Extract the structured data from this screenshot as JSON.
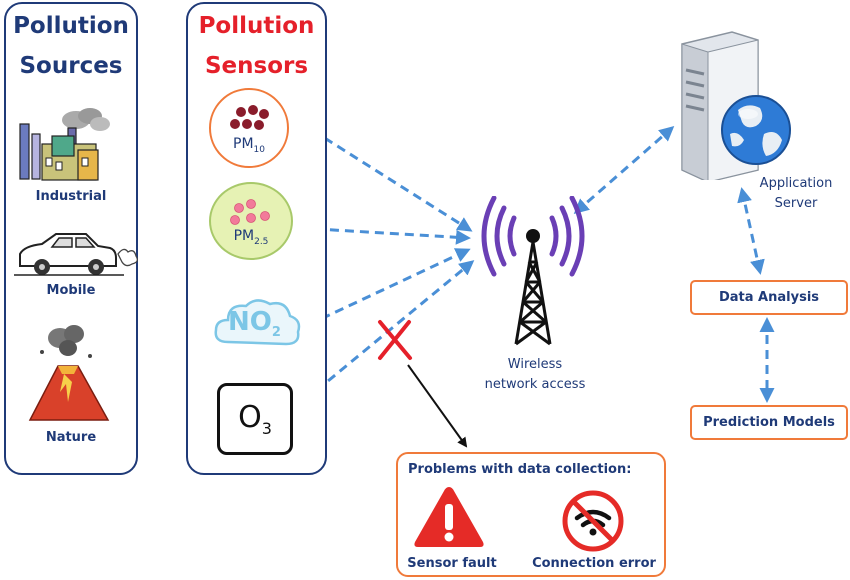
{
  "sources_panel": {
    "title_line1": "Pollution",
    "title_line2": "Sources",
    "items": [
      {
        "label": "Industrial",
        "icon": "factory-icon"
      },
      {
        "label": "Mobile",
        "icon": "car-icon"
      },
      {
        "label": "Nature",
        "icon": "volcano-icon"
      }
    ]
  },
  "sensors_panel": {
    "title_line1": "Pollution",
    "title_line2": "Sensors",
    "items": [
      {
        "label": "PM",
        "subscript": "10",
        "icon": "pm10-sensor-icon"
      },
      {
        "label": "PM",
        "subscript": "2.5",
        "icon": "pm25-sensor-icon"
      },
      {
        "label": "NO",
        "subscript": "2",
        "icon": "no2-sensor-icon"
      },
      {
        "label": "O",
        "subscript": "3",
        "icon": "o3-sensor-icon"
      }
    ]
  },
  "wireless": {
    "line1": "Wireless",
    "line2": "network access",
    "icon": "antenna-tower-icon"
  },
  "server": {
    "line1": "Application",
    "line2": "Server",
    "icon": "server-globe-icon"
  },
  "data_analysis": {
    "label": "Data Analysis"
  },
  "prediction_models": {
    "label": "Prediction Models"
  },
  "problems": {
    "title": "Problems with data collection:",
    "sensor_fault": "Sensor fault",
    "connection_error": "Connection error"
  },
  "colors": {
    "navy": "#1f3a78",
    "red": "#e5202a",
    "orange": "#f07a3a",
    "arrow_blue": "#4a8fd6"
  }
}
